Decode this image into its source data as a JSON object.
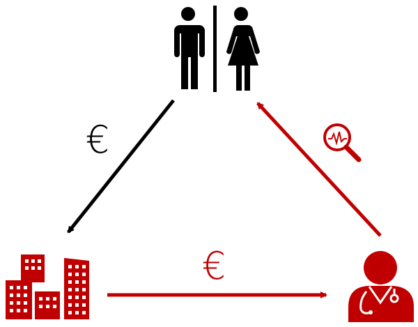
{
  "diagram": {
    "colors": {
      "primary": "#000000",
      "accent": "#c00000",
      "background": "#ffffff"
    },
    "nodes": {
      "top": {
        "icons": [
          "man-icon",
          "woman-icon"
        ]
      },
      "bottom_left": {
        "icon": "buildings-icon"
      },
      "bottom_right": {
        "icon": "doctor-icon"
      }
    },
    "edges": {
      "left": {
        "from": "top",
        "to": "bottom_left",
        "label": "€",
        "color": "#000000"
      },
      "bottom": {
        "from": "bottom_left",
        "to": "bottom_right",
        "label": "€",
        "color": "#c00000"
      },
      "right": {
        "from": "bottom_right",
        "to": "top",
        "icon": "health-analysis-icon",
        "color": "#c00000"
      }
    }
  }
}
